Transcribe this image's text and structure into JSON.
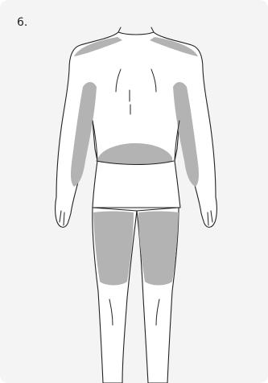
{
  "step": {
    "number": "6."
  },
  "colors": {
    "background": "#f4f4f4",
    "outline": "#222222",
    "highlight": "#b3b3b3",
    "body_fill": "#ffffff"
  },
  "illustration": {
    "subject": "human-body-back-view",
    "highlighted_areas": [
      "shoulders",
      "back-of-upper-arms",
      "lower-back",
      "back-of-thighs"
    ]
  }
}
